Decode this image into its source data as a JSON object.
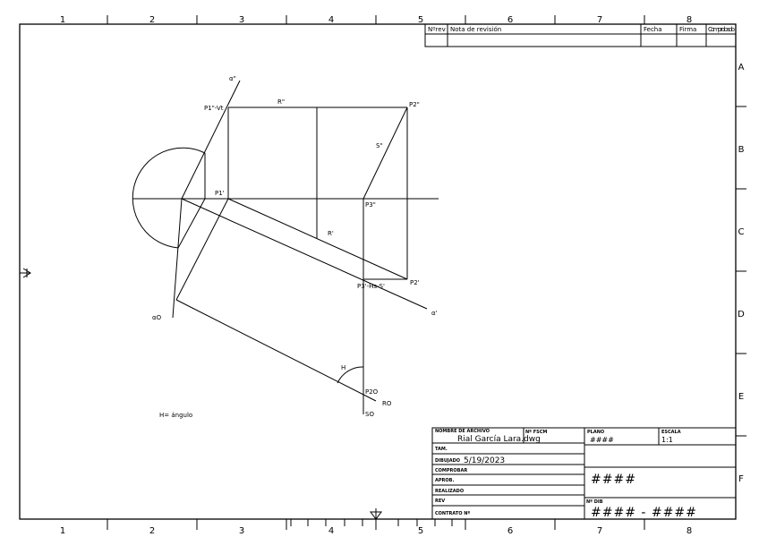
{
  "frame": {
    "columns": [
      "1",
      "2",
      "3",
      "4",
      "5",
      "6",
      "7",
      "8"
    ],
    "rows": [
      "A",
      "B",
      "C",
      "D",
      "E",
      "F"
    ]
  },
  "revision_table": {
    "headers": [
      "Nºrev",
      "Nota de revisión",
      "Fecha",
      "Firma",
      "Compro bado"
    ]
  },
  "drawing": {
    "labels": {
      "alpha_v": "α\"",
      "p1v_vt": "P1\"-Vt",
      "r_v": "R\"",
      "p2_v": "P2\"",
      "s_v": "S\"",
      "p1_h": "P1'",
      "p3_v": "P3\"",
      "r_h": "R'",
      "p3_hs": "P3'-Hs-S'",
      "p2_h": "P2'",
      "alpha_h": "α'",
      "alpha_o": "αO",
      "h": "H",
      "p2o": "P2O",
      "ro": "RO",
      "so": "SO",
      "note": "H= ángulo"
    }
  },
  "title_block": {
    "file_name_label": "NOMBRE DE ARCHIVO",
    "file_name": "Rial García Lara.dwg",
    "fscm_label": "Nº FSCM",
    "plano_label": "PLANO",
    "plano_value": "####",
    "escala_label": "ESCALA",
    "escala_value": "1:1",
    "tam_label": "TAM.",
    "dibujado_label": "DIBUJADO",
    "dibujado_value": "5/19/2023",
    "comprobar_label": "COMPROBAR",
    "aprob_label": "APROB.",
    "realizado_label": "REALIZADO",
    "rev_label": "REV",
    "contrato_label": "CONTRATO Nº",
    "title_value": "####",
    "ndib_label": "Nº DIB",
    "ndib_value": "#### - ####"
  }
}
